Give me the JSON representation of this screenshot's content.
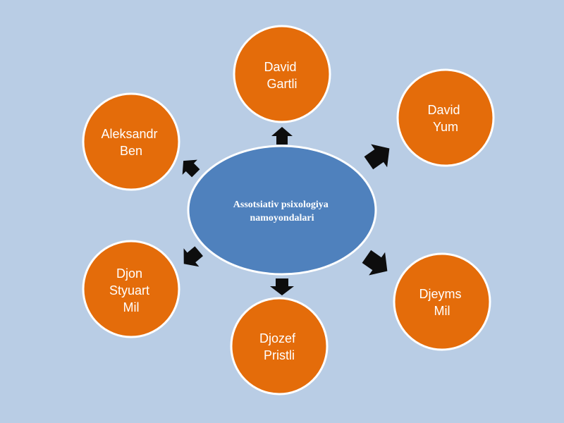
{
  "diagram": {
    "center": {
      "line1": "Assotsiativ psixologiya",
      "line2": "namoyondalari"
    },
    "nodes": [
      {
        "id": "david-gartli",
        "line1": "David",
        "line2": "Gartli"
      },
      {
        "id": "david-yum",
        "line1": "David",
        "line2": "Yum"
      },
      {
        "id": "djeyms-mil",
        "line1": "Djeyms",
        "line2": "Mil"
      },
      {
        "id": "djozef-pristli",
        "line1": "Djozef",
        "line2": "Pristli"
      },
      {
        "id": "djon-styuart-mil",
        "line1": "Djon",
        "line2": "Styuart",
        "line3": "Mil"
      },
      {
        "id": "aleksandr-ben",
        "line1": "Aleksandr",
        "line2": "Ben"
      }
    ],
    "colors": {
      "background": "#b9cde5",
      "node_fill": "#e46c0a",
      "center_fill": "#4f81bd",
      "arrow_fill": "#0d0d0d",
      "text": "#ffffff"
    }
  }
}
